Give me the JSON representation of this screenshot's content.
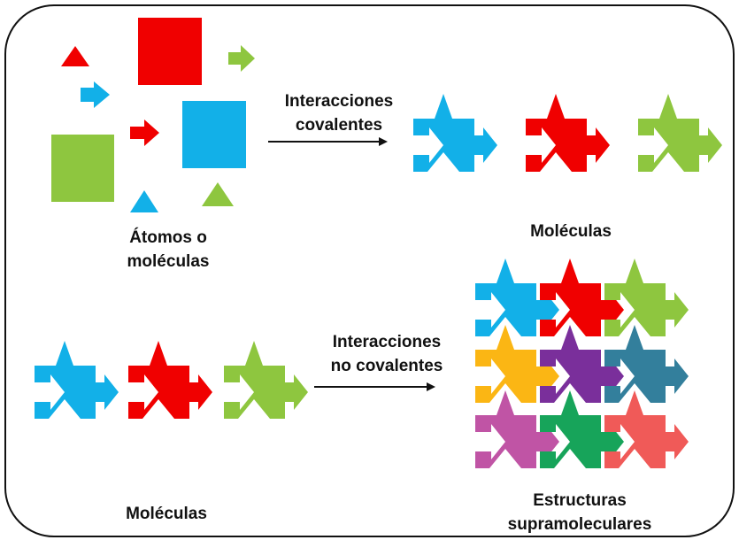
{
  "labels": {
    "atoms": "Átomos o\nmoléculas",
    "covalent": "Interacciones\ncovalentes",
    "molecules_top": "Moléculas",
    "noncovalent": "Interacciones\nno covalentes",
    "molecules_bottom": "Moléculas",
    "supramolecular": "Estructuras\nsupramoleculares"
  },
  "colors": {
    "red": "#f00000",
    "blue": "#12b0e8",
    "green": "#8ec63f",
    "yellow": "#fbb614",
    "purple": "#7a2f9b",
    "teal": "#337f9c",
    "pink": "#c054a5",
    "dark_green": "#17a45a",
    "coral": "#f05a58",
    "border": "#111111",
    "text": "#111111"
  },
  "molecule_rows": {
    "top": [
      "blue",
      "red",
      "green"
    ],
    "bottom": [
      "blue",
      "red",
      "green"
    ]
  },
  "supramolecular_grid": [
    [
      "blue",
      "red",
      "green"
    ],
    [
      "yellow",
      "purple",
      "teal"
    ],
    [
      "pink",
      "dark_green",
      "coral"
    ]
  ]
}
